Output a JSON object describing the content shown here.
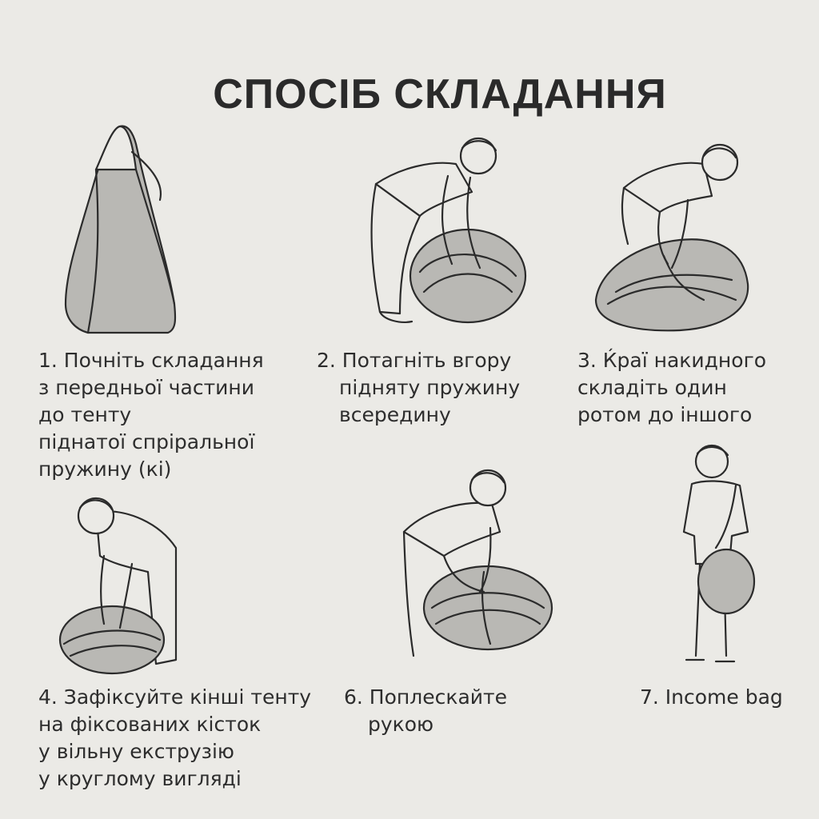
{
  "title": "СПОСІБ СКЛАДАННЯ",
  "colors": {
    "background": "#ebeae6",
    "fabric": "#b9b8b4",
    "ink": "#2b2b2b"
  },
  "steps": [
    {
      "id": "1",
      "lines": [
        "1. Почніть складання",
        "з передньої частини",
        "до тенту",
        "піднатої спріральної",
        "пружину (кі)"
      ]
    },
    {
      "id": "2",
      "lines": [
        "2. Потагніть вгору",
        "підняту пружину",
        "всередину"
      ]
    },
    {
      "id": "3",
      "lines": [
        "3. Ќраї накидного",
        "складіть один",
        "ротом до іншого"
      ]
    },
    {
      "id": "4",
      "lines": [
        "4. Зафіксуйте кінші тенту",
        "на фіксованих кісток",
        "у вільну екструзію",
        "у круглому вигляді"
      ]
    },
    {
      "id": "6",
      "lines": [
        "6. Поплескайте",
        "рукою"
      ]
    },
    {
      "id": "7",
      "lines": [
        "7. Income bag"
      ]
    }
  ]
}
